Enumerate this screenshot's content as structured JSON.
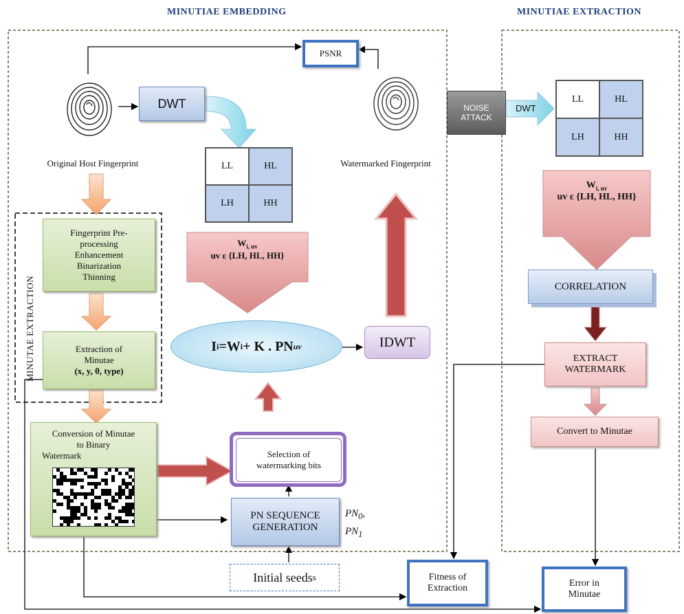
{
  "headers": {
    "embedding": "MINUTIAE EMBEDDING",
    "extraction": "MINUTIAE EXTRACTION"
  },
  "embedding": {
    "psnr": "PSNR",
    "dwt": "DWT",
    "original_caption": "Original Host Fingerprint",
    "watermarked_caption": "Watermarked Fingerprint",
    "subbands": [
      "LL",
      "HL",
      "LH",
      "HH"
    ],
    "weights_title": "W",
    "weights_sub": "i, uv",
    "weights_line2": "uv ε {LH, HL, HH}",
    "equation_lhs": "I",
    "equation_lhs_sub": "i",
    "equation_mid": " =W",
    "equation_mid_sub": "i",
    "equation_rhs": " + K . PN",
    "equation_rhs_sub": "uv",
    "idwt": "IDWT",
    "minutiae_extraction_vertical": "MINUTAE EXTRACTION",
    "preprocessing": [
      "Fingerprint Pre-",
      "processing",
      "Enhancement",
      "Binarization",
      "Thinning"
    ],
    "extraction_of": [
      "Extraction of",
      "Minutae"
    ],
    "extraction_params": "(x, y, θ, type)",
    "conversion": [
      "Conversion of Minutae",
      "to Binary",
      "Watermark"
    ],
    "selection": [
      "Selection of",
      "watermarking bits"
    ],
    "pn_sequence": [
      "PN SEQUENCE",
      "GENERATION"
    ],
    "pn0": "PN",
    "pn0_sub": "0",
    "pn0_suffix": ",",
    "pn1": "PN",
    "pn1_sub": "1",
    "initial_seeds": "Initial seeds",
    "initial_seeds_suffix": "s"
  },
  "extraction": {
    "noise_attack": [
      "NOISE",
      "ATTACK"
    ],
    "dwt": "DWT",
    "subbands": [
      "LL",
      "HL",
      "LH",
      "HH"
    ],
    "weights_title": "W",
    "weights_sub": "i, uv",
    "weights_line2": "uv ε {LH, HL, HH}",
    "correlation": "CORRELATION",
    "extract_watermark": [
      "EXTRACT",
      "WATERMARK"
    ],
    "convert": "Convert to Minutae"
  },
  "outputs": {
    "fitness": [
      "Fitness of",
      "Extraction"
    ],
    "error": [
      "Error in",
      "Minutae"
    ]
  },
  "colors": {
    "header": "#1f3f7a",
    "box_blue_border": "#3f73c0",
    "arrow_red": "#c0504d",
    "arrow_orange": "#f5b183",
    "arrow_cyan": "#7fd3e6",
    "arrow_dark_red": "#7b1f1f"
  }
}
